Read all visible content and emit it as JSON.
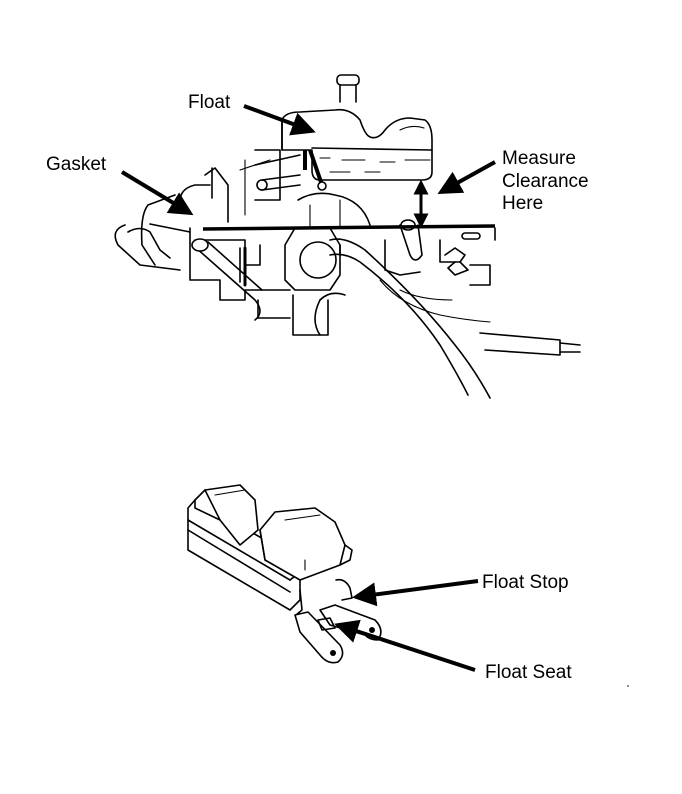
{
  "diagram": {
    "figures": [
      {
        "id": "carburetor-assembly",
        "labels": {
          "float": "Float",
          "gasket": "Gasket",
          "measure_line1": "Measure",
          "measure_line2": "Clearance",
          "measure_line3": "Here"
        }
      },
      {
        "id": "float-assembly",
        "labels": {
          "float_stop": "Float Stop",
          "float_seat": "Float Seat"
        }
      }
    ],
    "colors": {
      "ink": "#000000",
      "paper": "#ffffff"
    }
  }
}
